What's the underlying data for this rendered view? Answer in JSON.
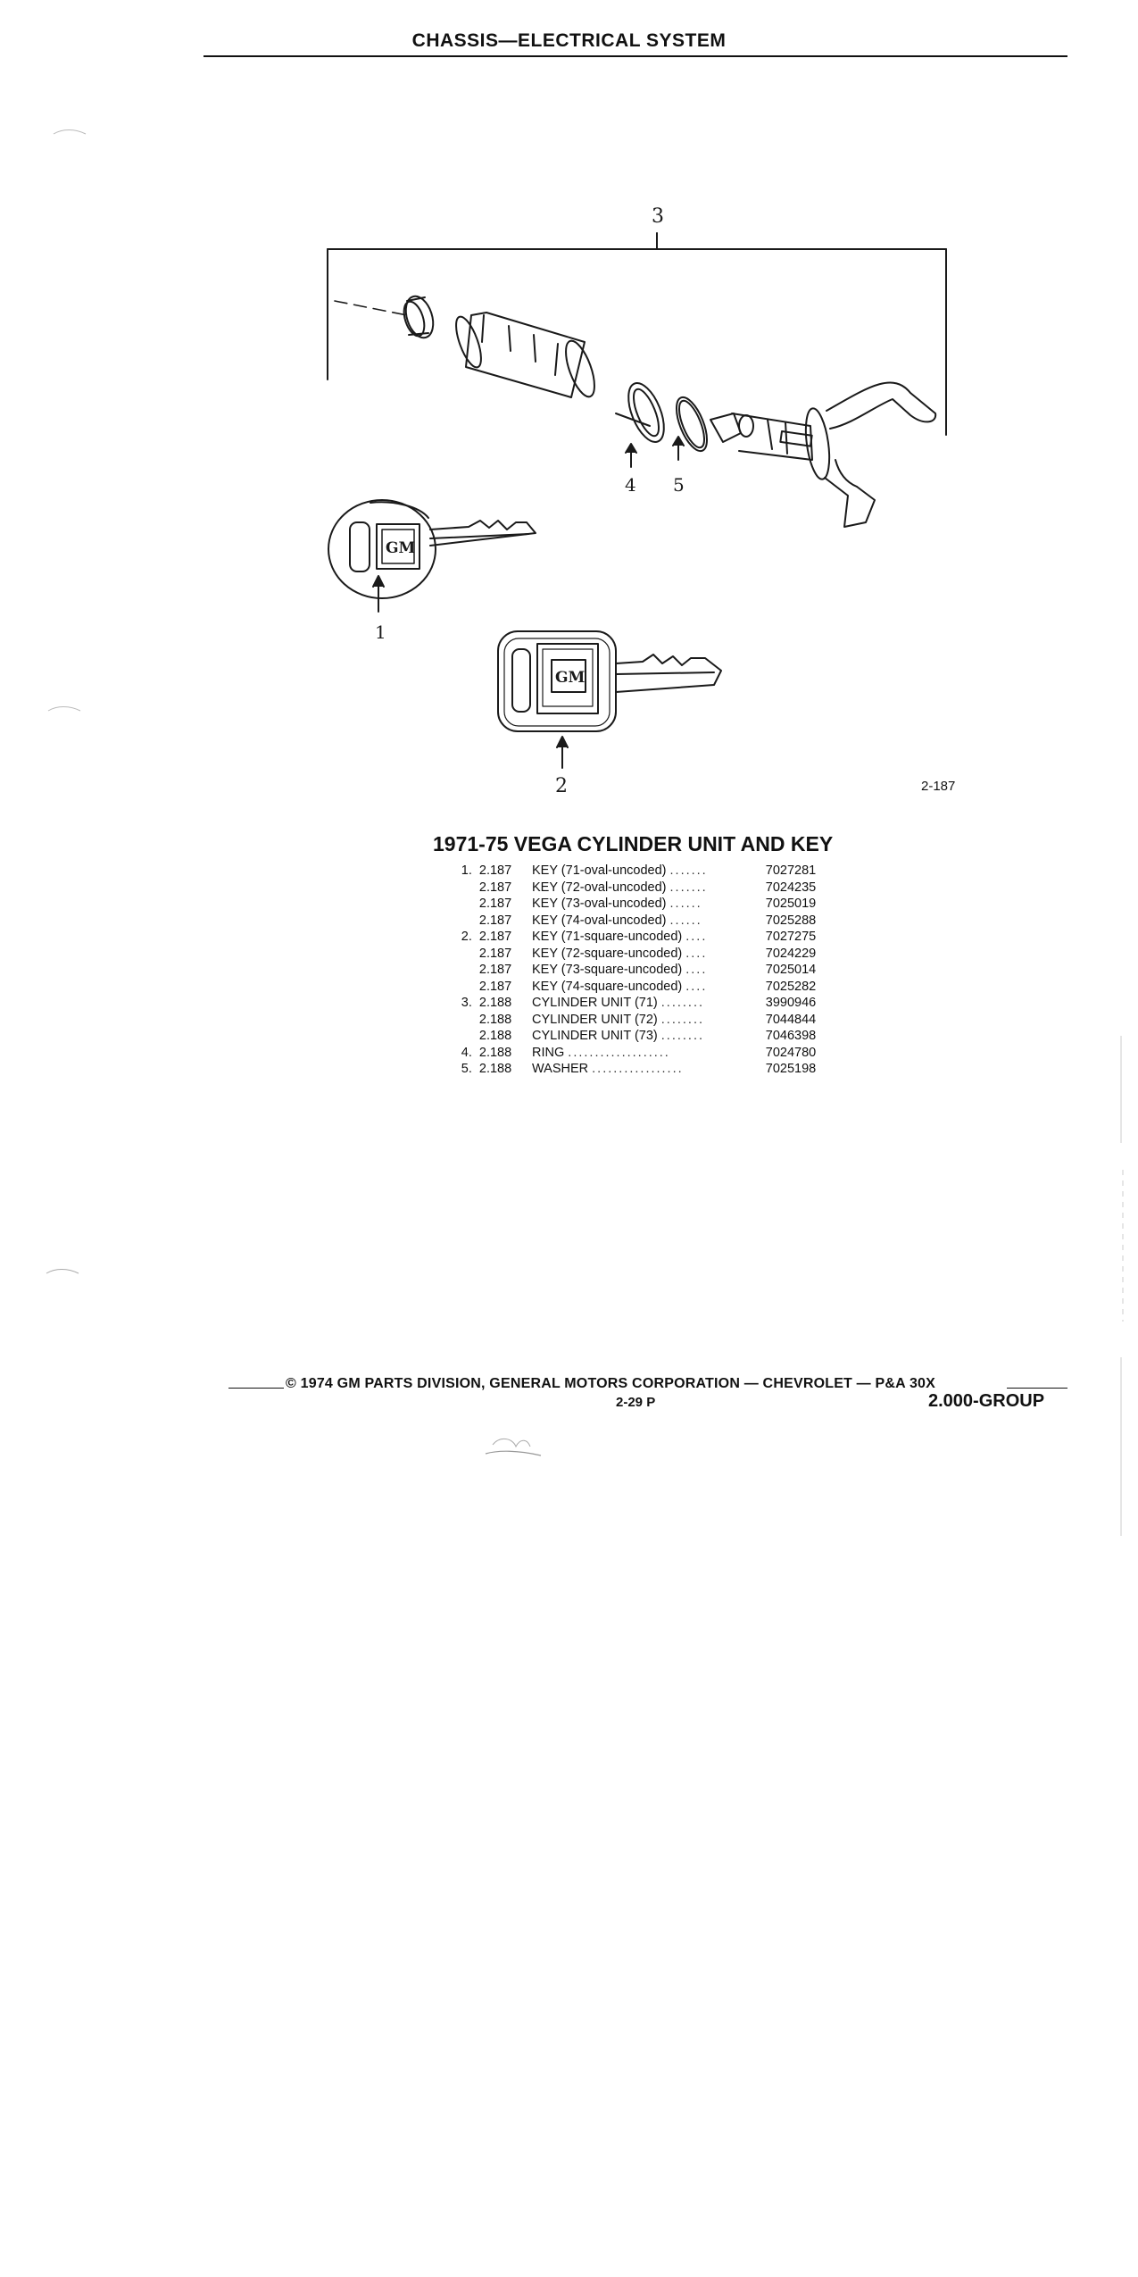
{
  "header": {
    "title": "CHASSIS—ELECTRICAL SYSTEM"
  },
  "diagram": {
    "callouts": [
      "3",
      "4",
      "5",
      "1",
      "2"
    ],
    "key_logo_text": "GM"
  },
  "figure_number": "2-187",
  "parts_list": {
    "title": "1971-75 VEGA CYLINDER UNIT AND KEY",
    "rows": [
      {
        "num": "1.",
        "ref": "2.187",
        "desc": "KEY (71-oval-uncoded)",
        "dots": ".......",
        "part": "7027281"
      },
      {
        "num": "",
        "ref": "2.187",
        "desc": "KEY (72-oval-uncoded)",
        "dots": ".......",
        "part": "7024235"
      },
      {
        "num": "",
        "ref": "2.187",
        "desc": "KEY (73-oval-uncoded)",
        "dots": "......",
        "part": "7025019"
      },
      {
        "num": "",
        "ref": "2.187",
        "desc": "KEY (74-oval-uncoded)",
        "dots": "......",
        "part": "7025288"
      },
      {
        "num": "2.",
        "ref": "2.187",
        "desc": "KEY (71-square-uncoded)",
        "dots": "....",
        "part": "7027275"
      },
      {
        "num": "",
        "ref": "2.187",
        "desc": "KEY (72-square-uncoded)",
        "dots": "....",
        "part": "7024229"
      },
      {
        "num": "",
        "ref": "2.187",
        "desc": "KEY (73-square-uncoded)",
        "dots": "....",
        "part": "7025014"
      },
      {
        "num": "",
        "ref": "2.187",
        "desc": "KEY (74-square-uncoded)",
        "dots": "....",
        "part": "7025282"
      },
      {
        "num": "3.",
        "ref": "2.188",
        "desc": "CYLINDER UNIT (71)",
        "dots": "........",
        "part": "3990946"
      },
      {
        "num": "",
        "ref": "2.188",
        "desc": "CYLINDER UNIT (72)",
        "dots": "........",
        "part": "7044844"
      },
      {
        "num": "",
        "ref": "2.188",
        "desc": "CYLINDER UNIT (73)",
        "dots": "........",
        "part": "7046398"
      },
      {
        "num": "4.",
        "ref": "2.188",
        "desc": "RING",
        "dots": "...................",
        "part": "7024780"
      },
      {
        "num": "5.",
        "ref": "2.188",
        "desc": "WASHER",
        "dots": ".................",
        "part": "7025198"
      }
    ]
  },
  "footer": {
    "copyright": "© 1974 GM PARTS DIVISION, GENERAL MOTORS CORPORATION — CHEVROLET — P&A 30X",
    "page": "2-29  P",
    "group": "2.000-GROUP"
  }
}
